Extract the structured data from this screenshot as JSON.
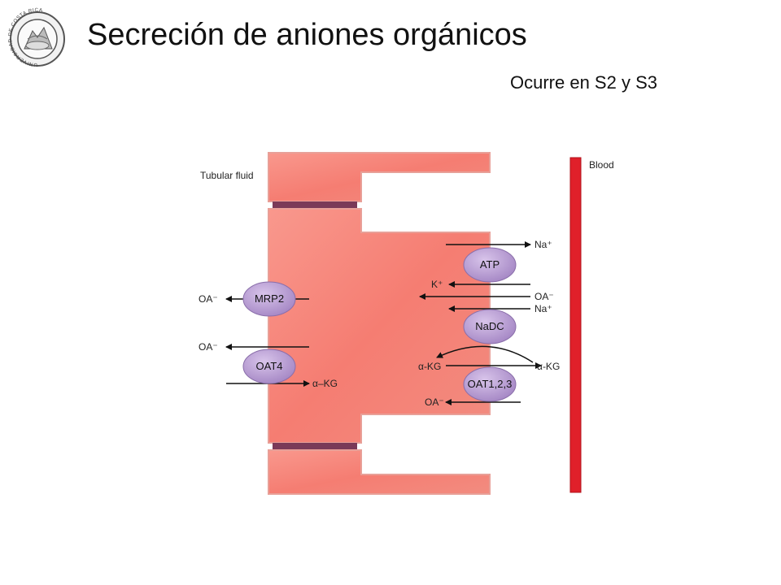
{
  "slide": {
    "title": "Secreción de aniones orgánicos",
    "subtitle": "Ocurre en S2 y S3"
  },
  "logo": {
    "icon": "university-seal-icon",
    "ring_text": "UNIVERSIDAD DE COSTA RICA"
  },
  "diagram": {
    "compartments": {
      "lumen_label": "Tubular fluid",
      "blood_label": "Blood"
    },
    "transporters": [
      {
        "name": "MRP2"
      },
      {
        "name": "OAT4"
      },
      {
        "name": "ATP"
      },
      {
        "name": "NaDC"
      },
      {
        "name": "OAT1,2,3"
      }
    ],
    "labels": {
      "mrp2_out": "OA⁻",
      "oat4_out": "OA⁻",
      "oat4_in": "α–KG",
      "atp_na": "Na⁺",
      "atp_k": "K⁺",
      "oa_blood": "OA⁻",
      "nadc_na": "Na⁺",
      "akg_cell": "α-KG",
      "akg_blood": "α-KG",
      "oa_cell": "OA⁻"
    },
    "colors": {
      "cell": "#f7857a",
      "cell_edge": "#e06a60",
      "junction": "#7a3a58",
      "transporter": "#b89ad2",
      "blood_vessel": "#e0202a"
    }
  }
}
